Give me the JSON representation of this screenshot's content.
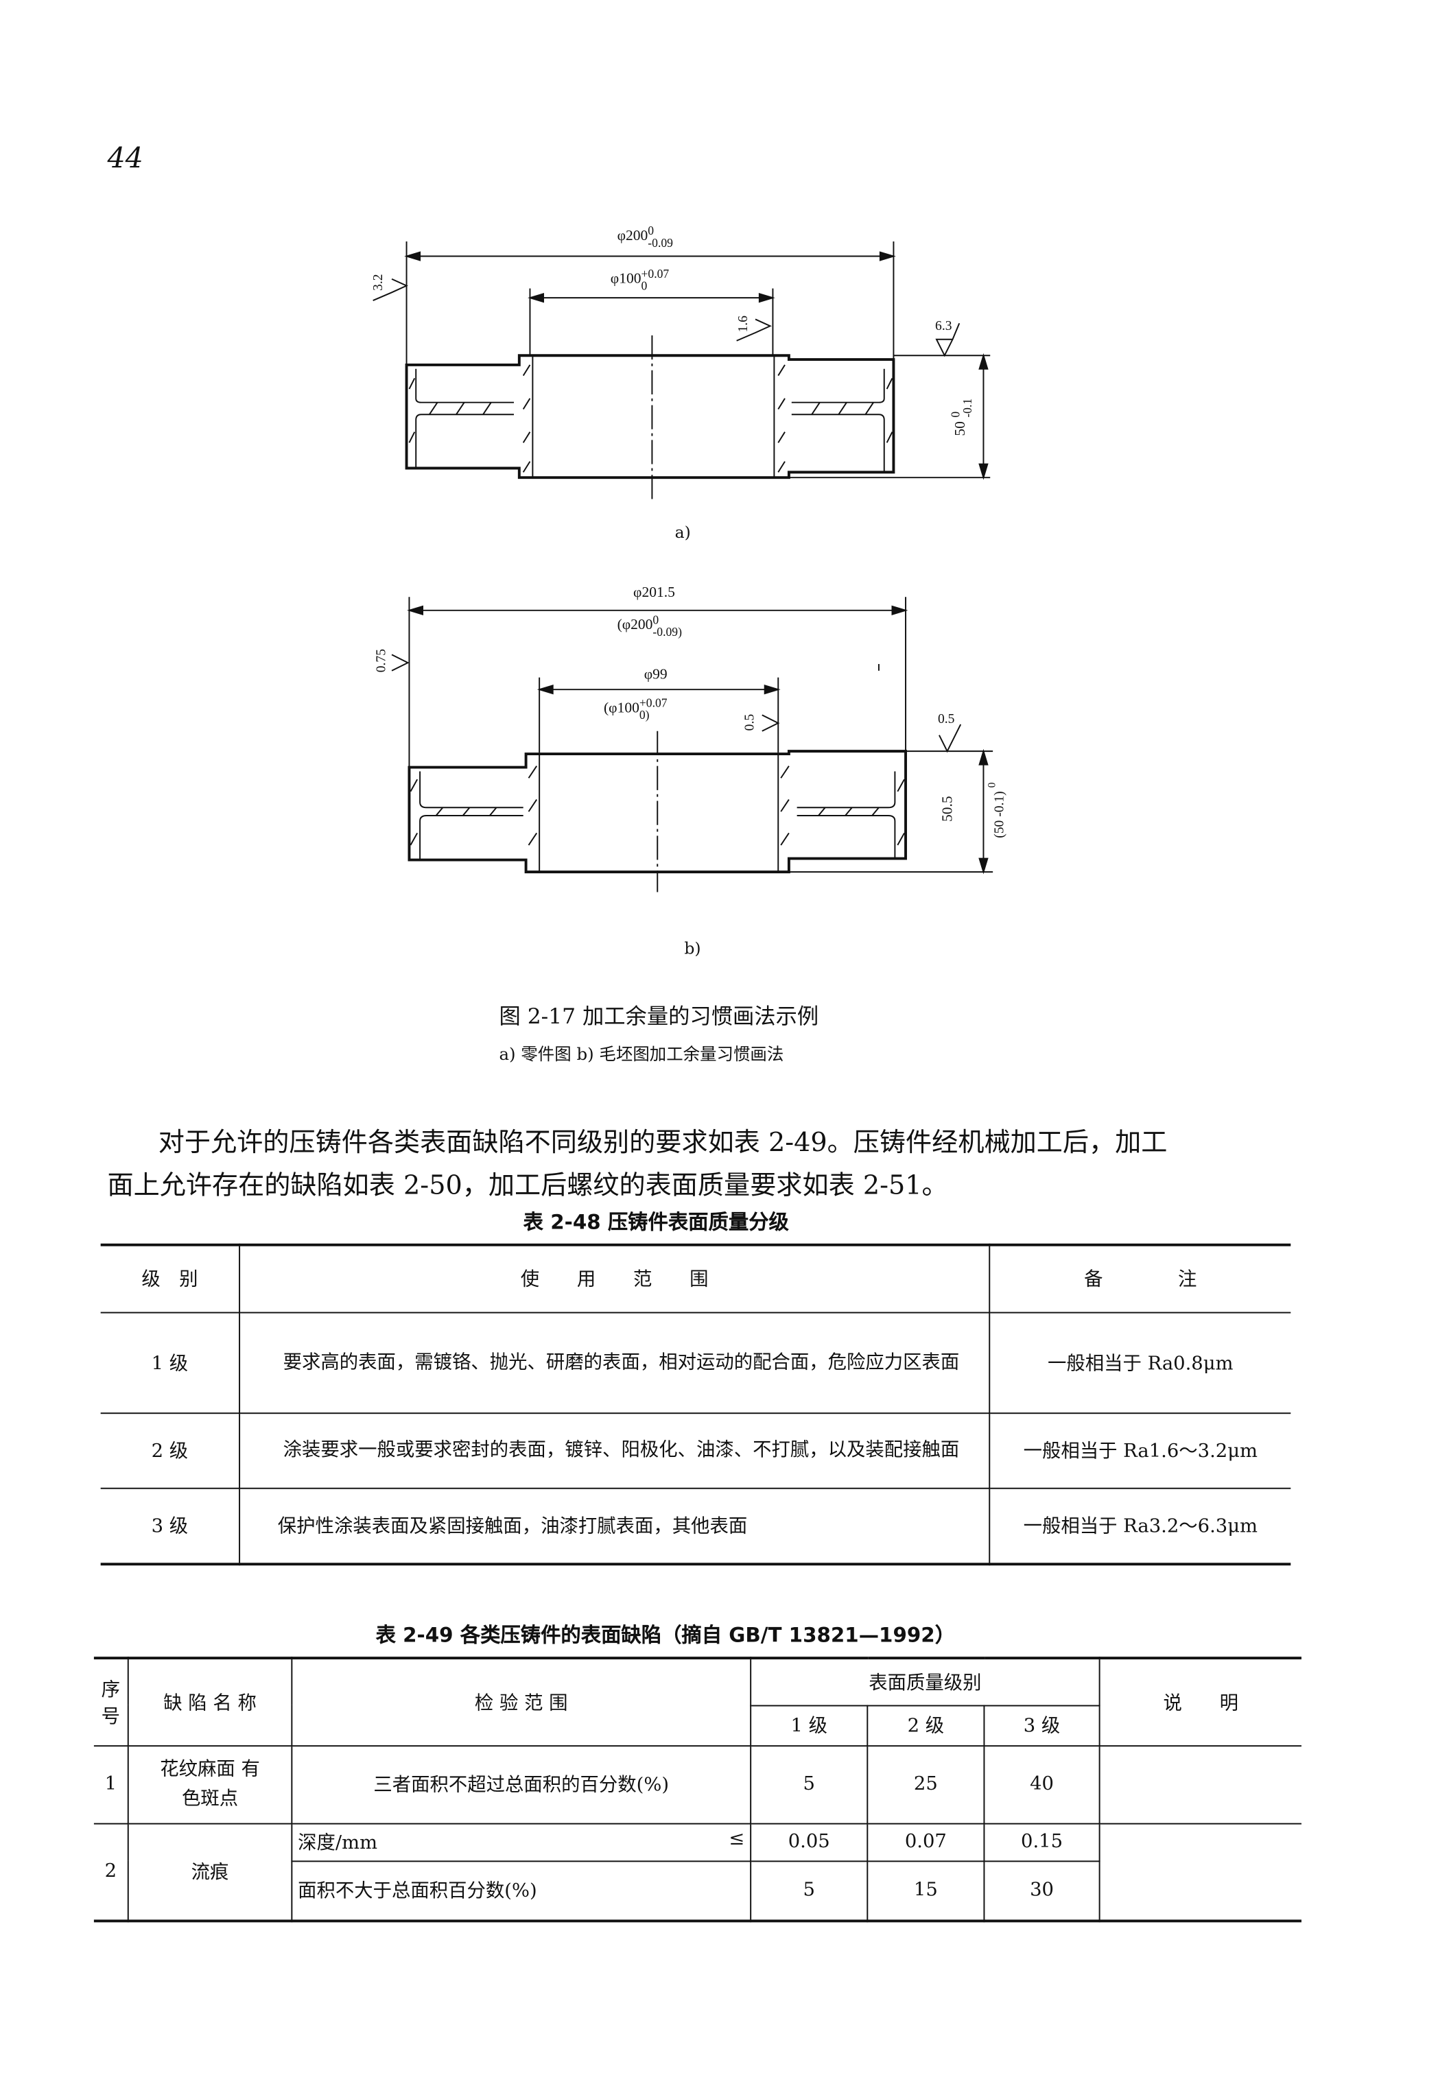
{
  "page_number": "44",
  "figure_a": {
    "dia_outer": "φ200",
    "dia_outer_tol_upper": "0",
    "dia_outer_tol_lower": "-0.09",
    "dia_inner": "φ100",
    "dia_inner_tol_upper": "+0.07",
    "dia_inner_tol_lower": "0",
    "rough_left": "3.2",
    "rough_bore": "1.6",
    "rough_top": "6.3",
    "height": "50",
    "height_tol_upper": "0",
    "height_tol_lower": "-0.1",
    "label": "a)"
  },
  "figure_b": {
    "dia_outer": "φ201.5",
    "dia_outer_orig": "(φ200",
    "dia_outer_tol_upper": "0",
    "dia_outer_tol_lower": "-0.09)",
    "dia_inner": "φ99",
    "dia_inner_orig": "(φ100",
    "dia_inner_tol_upper": "+0.07",
    "dia_inner_tol_lower": "0)",
    "allow_left": "0.75",
    "allow_bore": "0.5",
    "allow_top": "0.5",
    "height": "50.5",
    "height_orig": "(50 -0.1)",
    "height_orig_tol": "0",
    "label": "b)"
  },
  "caption": {
    "title": "图 2-17   加工余量的习惯画法示例",
    "subtitle": "a) 零件图   b) 毛坯图加工余量习惯画法"
  },
  "paragraph": {
    "line1": "对于允许的压铸件各类表面缺陷不同级别的要求如表 2-49。压铸件经机械加工后，加工",
    "line2": "面上允许存在的缺陷如表 2-50，加工后螺纹的表面质量要求如表 2-51。"
  },
  "table48": {
    "title": "表 2-48   压铸件表面质量分级",
    "headers": [
      "级　别",
      "使　　用　　范　　围",
      "备　　　　注"
    ],
    "rows": [
      [
        "1 级",
        "要求高的表面，需镀铬、抛光、研磨的表面，相对运动的配合面，危险应力区表面",
        "一般相当于 Ra0.8μm"
      ],
      [
        "2 级",
        "涂装要求一般或要求密封的表面，镀锌、阳极化、油漆、不打腻，以及装配接触面",
        "一般相当于 Ra1.6～3.2μm"
      ],
      [
        "3 级",
        "保护性涂装表面及紧固接触面，油漆打腻表面，其他表面",
        "一般相当于 Ra3.2～6.3μm"
      ]
    ]
  },
  "table49": {
    "title": "表 2-49   各类压铸件的表面缺陷（摘自 GB/T 13821—1992）",
    "headers": {
      "no": "序号",
      "name": "缺 陷 名 称",
      "scope": "检 验 范 围",
      "grade": "表面质量级别",
      "g1": "1 级",
      "g2": "2 级",
      "g3": "3 级",
      "note": "说　　明"
    },
    "rows": [
      {
        "no": "1",
        "name": "花纹麻面 有色斑点",
        "scope": "三者面积不超过总面积的百分数(%)",
        "v": [
          "5",
          "25",
          "40"
        ]
      },
      {
        "no": "2",
        "name": "流痕",
        "scope": "深度/mm",
        "sym": "≤",
        "v": [
          "0.05",
          "0.07",
          "0.15"
        ]
      },
      {
        "scope": "面积不大于总面积百分数(%)",
        "v": [
          "5",
          "15",
          "30"
        ]
      }
    ]
  }
}
